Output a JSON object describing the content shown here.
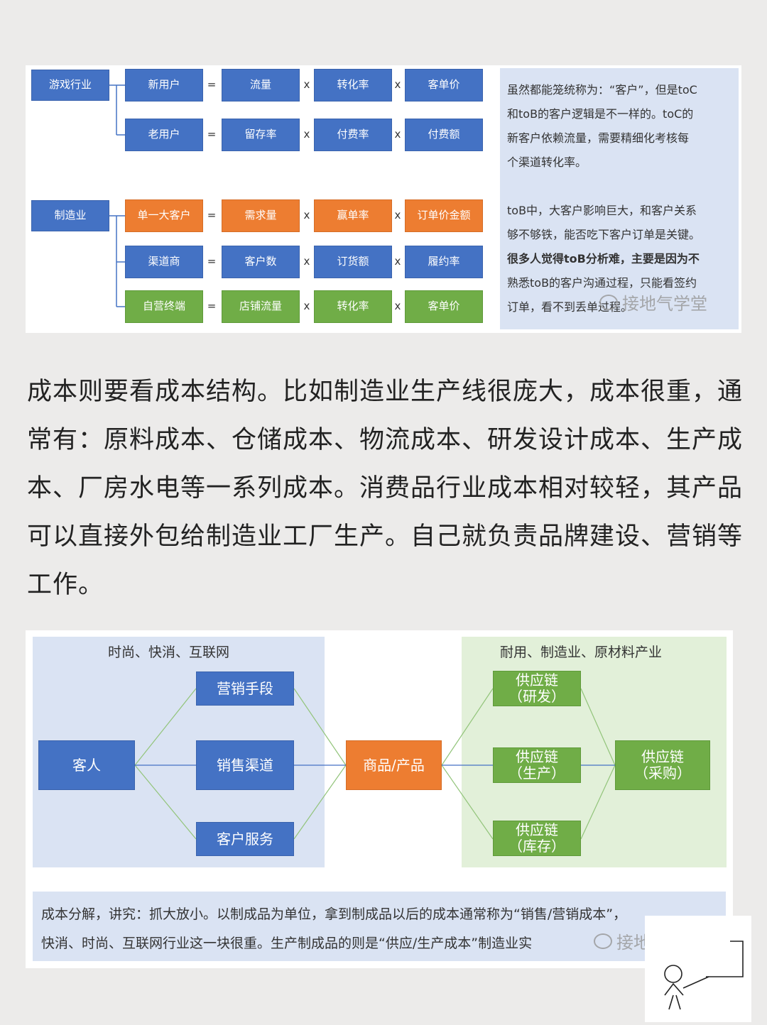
{
  "top_diagram": {
    "ops": {
      "eq": "=",
      "times": "x"
    },
    "rows": {
      "game": {
        "label": "游戏行业"
      },
      "new_user": {
        "label": "新用户",
        "terms": [
          "流量",
          "转化率",
          "客单价"
        ]
      },
      "old_user": {
        "label": "老用户",
        "terms": [
          "留存率",
          "付费率",
          "付费额"
        ]
      },
      "mfg": {
        "label": "制造业"
      },
      "big_client": {
        "label": "单一大客户",
        "terms": [
          "需求量",
          "赢单率",
          "订单价金额"
        ]
      },
      "dealer": {
        "label": "渠道商",
        "terms": [
          "客户数",
          "订货额",
          "履约率"
        ]
      },
      "self_store": {
        "label": "自营终端",
        "terms": [
          "店铺流量",
          "转化率",
          "客单价"
        ]
      }
    },
    "note": {
      "lines_a": [
        "虽然都能笼统称为：“客户”，但是toC",
        "和toB的客户逻辑是不一样的。toC的",
        "新客户依赖流量，需要精细化考核每",
        "个渠道转化率。"
      ],
      "lines_b": [
        "toB中，大客户影响巨大，和客户关系",
        "够不够铁，能否吃下客户订单是关键。",
        "很多人觉得toB分析难，主要是因为不",
        "熟悉toB的客户沟通过程，只能看签约",
        "订单，看不到丢单过程。"
      ]
    },
    "watermark": "接地气学堂"
  },
  "paragraph": "成本则要看成本结构。比如制造业生产线很庞大，成本很重，通常有：原料成本、仓储成本、物流成本、研发设计成本、生产成本、厂房水电等一系列成本。消费品行业成本相对较轻，其产品可以直接外包给制造业工厂生产。自己就负责品牌建设、营销等工作。",
  "bottom_diagram": {
    "left_zone_title": "时尚、快消、互联网",
    "right_zone_title": "耐用、制造业、原材料产业",
    "customer": "客人",
    "marketing": "营销手段",
    "sales_channel": "销售渠道",
    "service": "客户服务",
    "product": "商品/产品",
    "sc_rd": {
      "l1": "供应链",
      "l2": "（研发）"
    },
    "sc_prod": {
      "l1": "供应链",
      "l2": "（生产）"
    },
    "sc_stock": {
      "l1": "供应链",
      "l2": "（库存）"
    },
    "sc_buy": {
      "l1": "供应链",
      "l2": "（采购）"
    },
    "note": {
      "line1": "成本分解，讲究：抓大放小。以制成品为单位，拿到制成品以后的成本通常称为“销售/营销成本”，",
      "line2": "快消、时尚、互联网行业这一块很重。生产制成品的则是“供应/生产成本”制造业实"
    },
    "watermark": "接地气学堂"
  },
  "colors": {
    "blue": "#4472c4",
    "orange": "#ed7d31",
    "green": "#70ad47",
    "note_blue": "#dae3f3",
    "note_green": "#e2f0d9"
  }
}
